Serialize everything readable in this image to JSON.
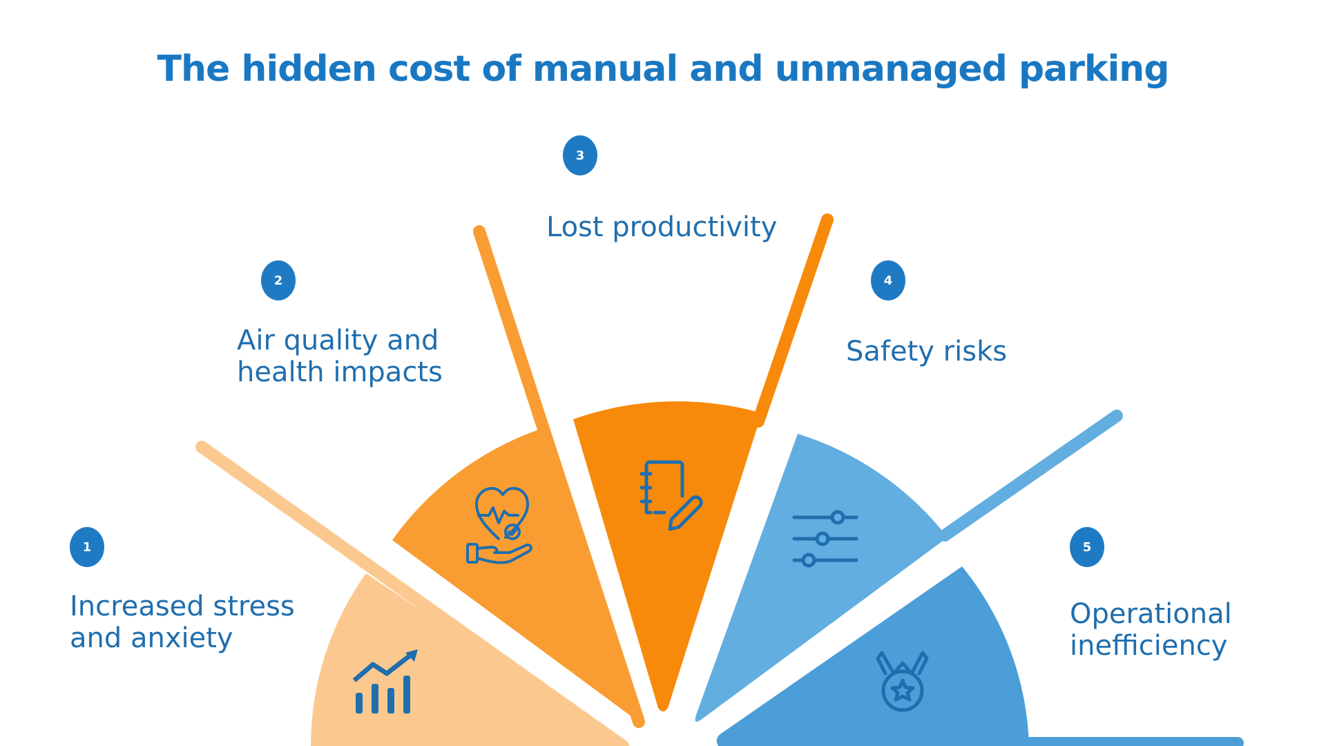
{
  "title": "The hidden cost of manual and unmanaged parking",
  "colors": {
    "title": "#1a78c2",
    "badge": "#1f7ac4",
    "label": "#1f6eae",
    "segment_1": "#fbc98f",
    "segment_2": "#f99d33",
    "segment_3": "#f88a0b",
    "segment_4": "#62aee0",
    "segment_5": "#4b9ed8",
    "icon_blue": "#1f6eae"
  },
  "items": [
    {
      "number": "1",
      "label": "Increased stress\nand anxiety",
      "icon": "chart-growth-icon"
    },
    {
      "number": "2",
      "label": "Air quality and\nhealth impacts",
      "icon": "heart-hand-icon"
    },
    {
      "number": "3",
      "label": "Lost productivity",
      "icon": "notebook-pen-icon"
    },
    {
      "number": "4",
      "label": "Safety risks",
      "icon": "sliders-icon"
    },
    {
      "number": "5",
      "label": "Operational\ninefficiency",
      "icon": "medal-icon"
    }
  ]
}
